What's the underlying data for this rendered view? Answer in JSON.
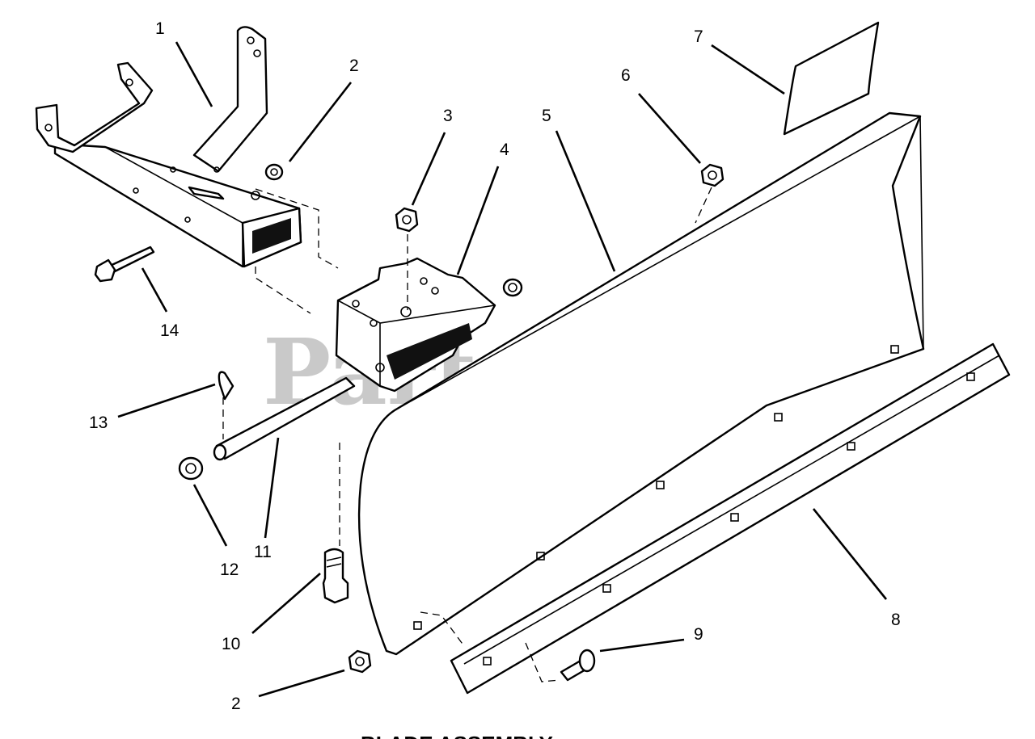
{
  "watermark": {
    "text": "PartsTree",
    "trademark": "TM"
  },
  "callouts": [
    {
      "id": "1",
      "label": "1"
    },
    {
      "id": "2a",
      "label": "2"
    },
    {
      "id": "3",
      "label": "3"
    },
    {
      "id": "4",
      "label": "4"
    },
    {
      "id": "5",
      "label": "5"
    },
    {
      "id": "6",
      "label": "6"
    },
    {
      "id": "7",
      "label": "7"
    },
    {
      "id": "8",
      "label": "8"
    },
    {
      "id": "9",
      "label": "9"
    },
    {
      "id": "10",
      "label": "10"
    },
    {
      "id": "11",
      "label": "11"
    },
    {
      "id": "12",
      "label": "12"
    },
    {
      "id": "13",
      "label": "13"
    },
    {
      "id": "14",
      "label": "14"
    },
    {
      "id": "2b",
      "label": "2"
    }
  ],
  "footer_text": "BLADE ASSEMBLY"
}
